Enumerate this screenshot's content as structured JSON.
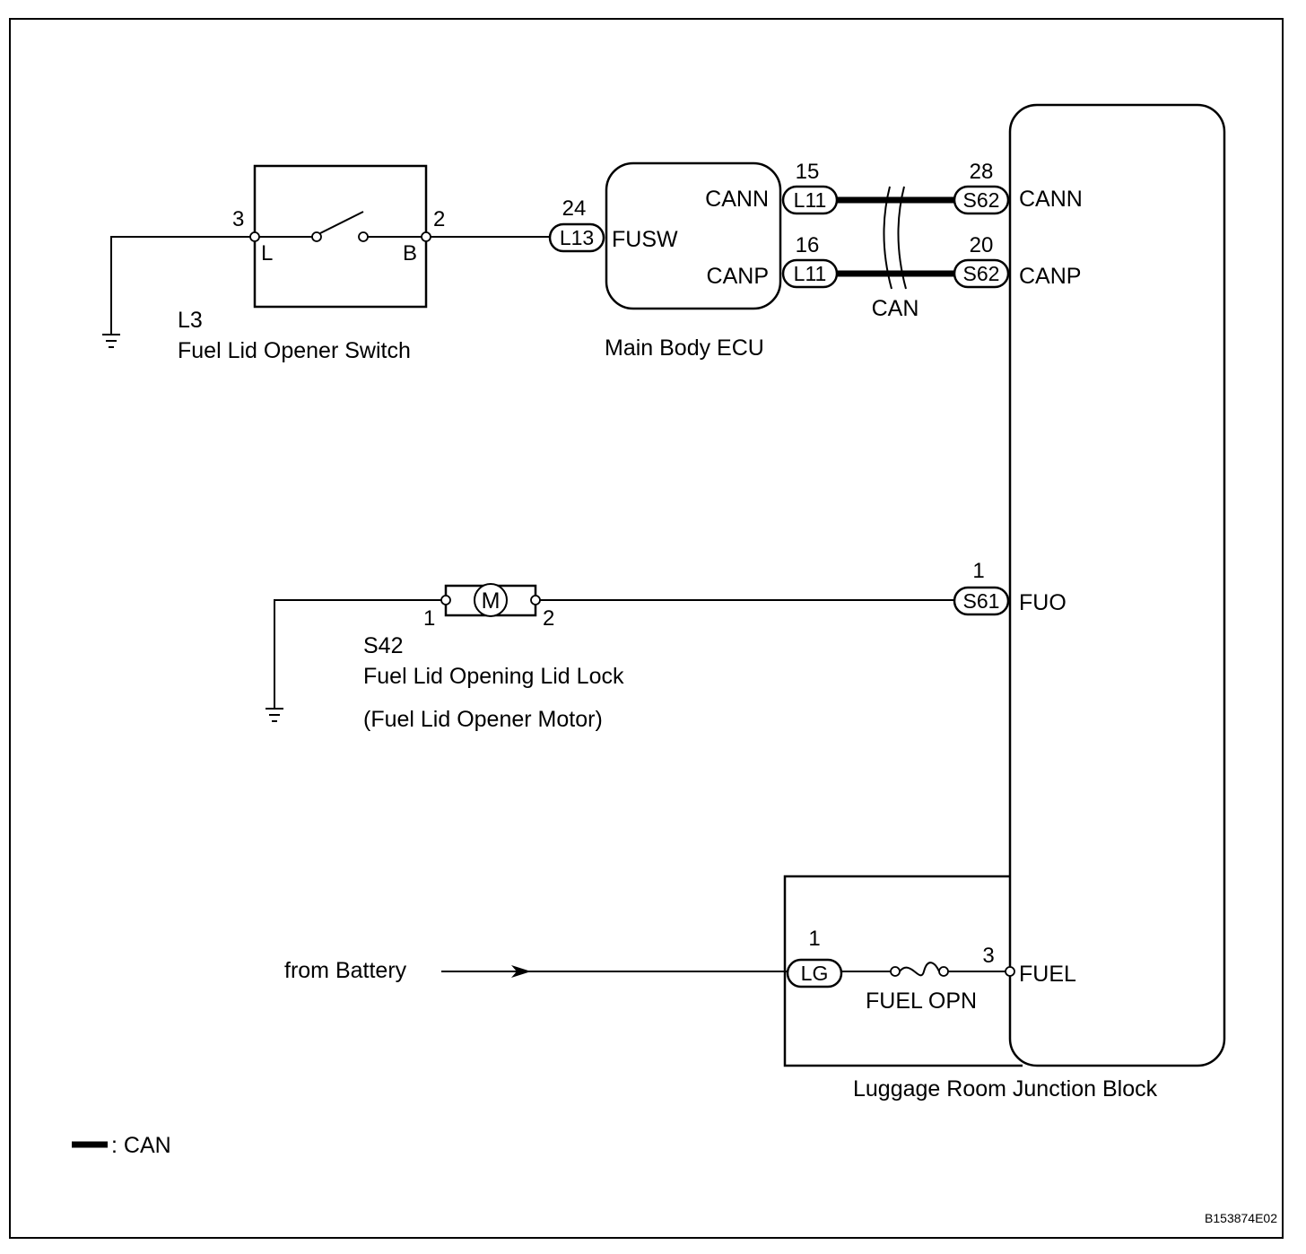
{
  "switch": {
    "connector": "L3",
    "name": "Fuel Lid Opener Switch",
    "pin_left": "3",
    "pin_right": "2",
    "term_left": "L",
    "term_right": "B"
  },
  "ecu": {
    "name": "Main Body ECU",
    "fusw_pin": "24",
    "fusw_conn": "L13",
    "fusw_label": "FUSW",
    "cann_label": "CANN",
    "canp_label": "CANP",
    "cann_pin": "15",
    "canp_pin": "16",
    "can_conn": "L11"
  },
  "can_bus": {
    "label": "CAN"
  },
  "junction_block": {
    "name": "Luggage Room Junction Block",
    "cann_pin": "28",
    "canp_pin": "20",
    "can_conn": "S62",
    "cann_label": "CANN",
    "canp_label": "CANP",
    "fuo_pin": "1",
    "fuo_conn": "S61",
    "fuo_label": "FUO",
    "lg_pin": "1",
    "lg_conn": "LG",
    "fuse_name": "FUEL OPN",
    "fuel_pin": "3",
    "fuel_label": "FUEL"
  },
  "motor": {
    "connector": "S42",
    "name": "Fuel Lid Opening Lid Lock",
    "subname": "(Fuel Lid Opener Motor)",
    "symbol": "M",
    "pin_left": "1",
    "pin_right": "2"
  },
  "battery": {
    "label": "from Battery"
  },
  "legend": {
    "label": ": CAN"
  },
  "figure_code": "B153874E02"
}
